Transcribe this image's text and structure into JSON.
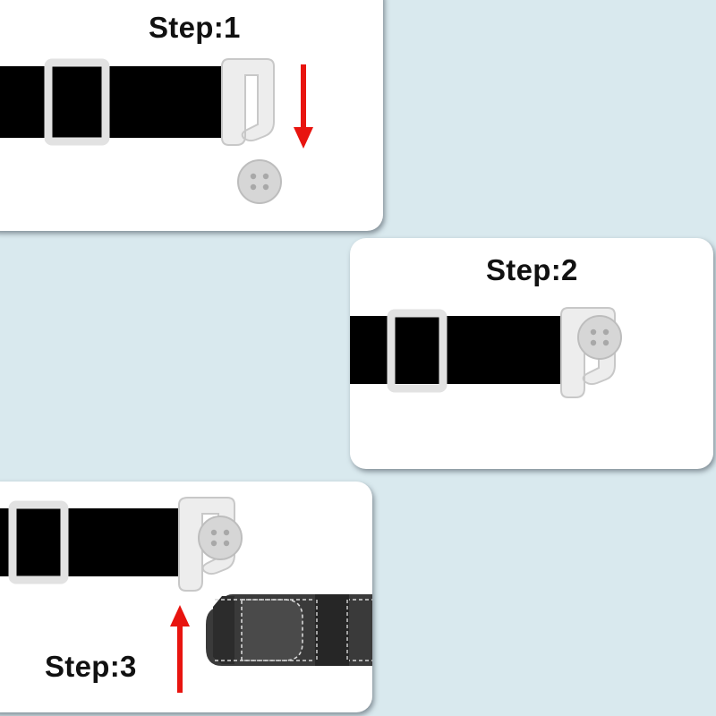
{
  "steps": [
    {
      "title": "Step:1"
    },
    {
      "title": "Step:2"
    },
    {
      "title": "Step:3"
    }
  ],
  "colors": {
    "background": "#d9e9ee",
    "strap": "#000000",
    "buckle": "#e2e2e2",
    "button": "#d6d6d6",
    "arrow": "#e8140f",
    "leather": "#3a3a3a"
  },
  "icons": {
    "step1": [
      "strap",
      "slider-buckle",
      "hook-clip",
      "button",
      "down-arrow"
    ],
    "step2": [
      "strap",
      "slider-buckle",
      "hook-clip",
      "button"
    ],
    "step3": [
      "strap",
      "slider-buckle",
      "hook-clip",
      "button",
      "leather-tab",
      "up-arrow"
    ]
  }
}
